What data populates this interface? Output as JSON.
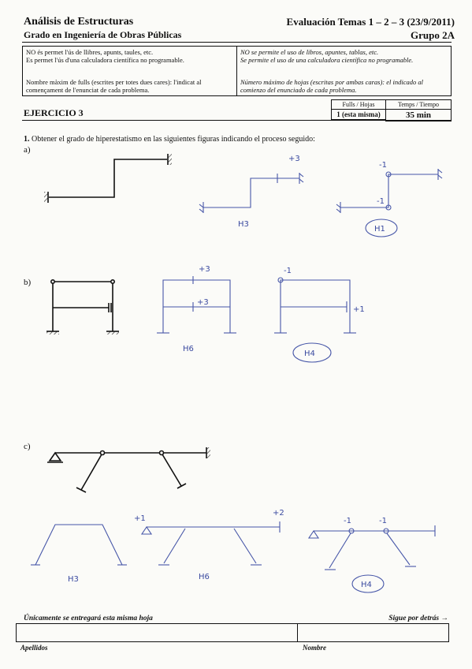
{
  "header": {
    "course": "Análisis de Estructuras",
    "degree": "Grado en Ingeniería de Obras Públicas",
    "evaluation": "Evaluación Temas 1 – 2 – 3 (23/9/2011)",
    "group": "Grupo 2A"
  },
  "notice": {
    "ca_line1": "NO és permet l'ús de llibres, apunts, taules, etc.",
    "ca_line2": "Es permet l'ús d'una calculadora científica no programable.",
    "ca_line3": "Nombre màxim de fulls (escrites per totes dues cares): l'indicat al començament de l'enunciat de cada problema.",
    "es_line1": "NO se permite el uso de libros, apuntes, tablas, etc.",
    "es_line2": "Se permite el uso de una calculadora científica no programable.",
    "es_line3": "Número máximo de hojas (escritas por ambas caras): el indicado al comienzo del enunciado de cada problema."
  },
  "exercise": {
    "title": "EJERCICIO 3",
    "sheets_label": "Fulls / Hojas",
    "sheets_value": "1 (esta misma)",
    "time_label": "Temps / Tiempo",
    "time_value": "35 min"
  },
  "question": {
    "number": "1.",
    "text": "Obtener el grado de hiperestatismo en las siguientes figuras indicando el proceso seguido:",
    "parts": {
      "a": "a)",
      "b": "b)",
      "c": "c)"
    }
  },
  "handwritten": {
    "a_plus3": "+3",
    "a_h3": "H3",
    "a_m1_top": "-1",
    "a_m1_bottom": "-1",
    "a_h1": "H1",
    "b_plus3_top": "+3",
    "b_plus3_mid": "+3",
    "b_h6": "H6",
    "b_m1": "-1",
    "b_plus1": "+1",
    "b_h4": "H4",
    "c_plus1": "+1",
    "c_plus2": "+2",
    "c_h3": "H3",
    "c_h6": "H6",
    "c_m1_left": "-1",
    "c_m1_right": "-1",
    "c_h4": "H4"
  },
  "footer": {
    "note": "Únicamente se entregará esta misma hoja",
    "next": "Sigue por detrás →",
    "surname_label": "Apellidos",
    "name_label": "Nombre"
  }
}
